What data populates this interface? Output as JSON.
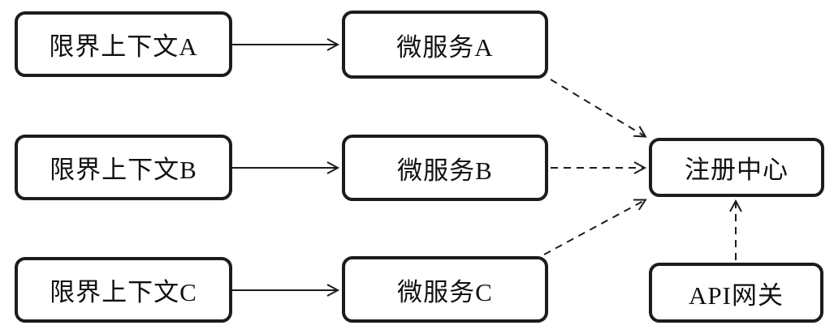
{
  "diagram": {
    "title": "microservices-registration-architecture",
    "colors": {
      "line": "#1c1c1c",
      "node_border": "#1c1c1c",
      "node_fill": "#ffffff",
      "background": "#ffffff"
    },
    "nodes": {
      "bounded_context_a": {
        "label": "限界上下文A"
      },
      "bounded_context_b": {
        "label": "限界上下文B"
      },
      "bounded_context_c": {
        "label": "限界上下文C"
      },
      "microservice_a": {
        "label": "微服务A"
      },
      "microservice_b": {
        "label": "微服务B"
      },
      "microservice_c": {
        "label": "微服务C"
      },
      "registry_center": {
        "label": "注册中心"
      },
      "api_gateway": {
        "label": "API网关"
      }
    },
    "edges": [
      {
        "from": "bounded_context_a",
        "to": "microservice_a",
        "style": "solid"
      },
      {
        "from": "bounded_context_b",
        "to": "microservice_b",
        "style": "solid"
      },
      {
        "from": "bounded_context_c",
        "to": "microservice_c",
        "style": "solid"
      },
      {
        "from": "microservice_a",
        "to": "registry_center",
        "style": "dashed"
      },
      {
        "from": "microservice_b",
        "to": "registry_center",
        "style": "dashed"
      },
      {
        "from": "microservice_c",
        "to": "registry_center",
        "style": "dashed"
      },
      {
        "from": "api_gateway",
        "to": "registry_center",
        "style": "dashed"
      }
    ]
  }
}
